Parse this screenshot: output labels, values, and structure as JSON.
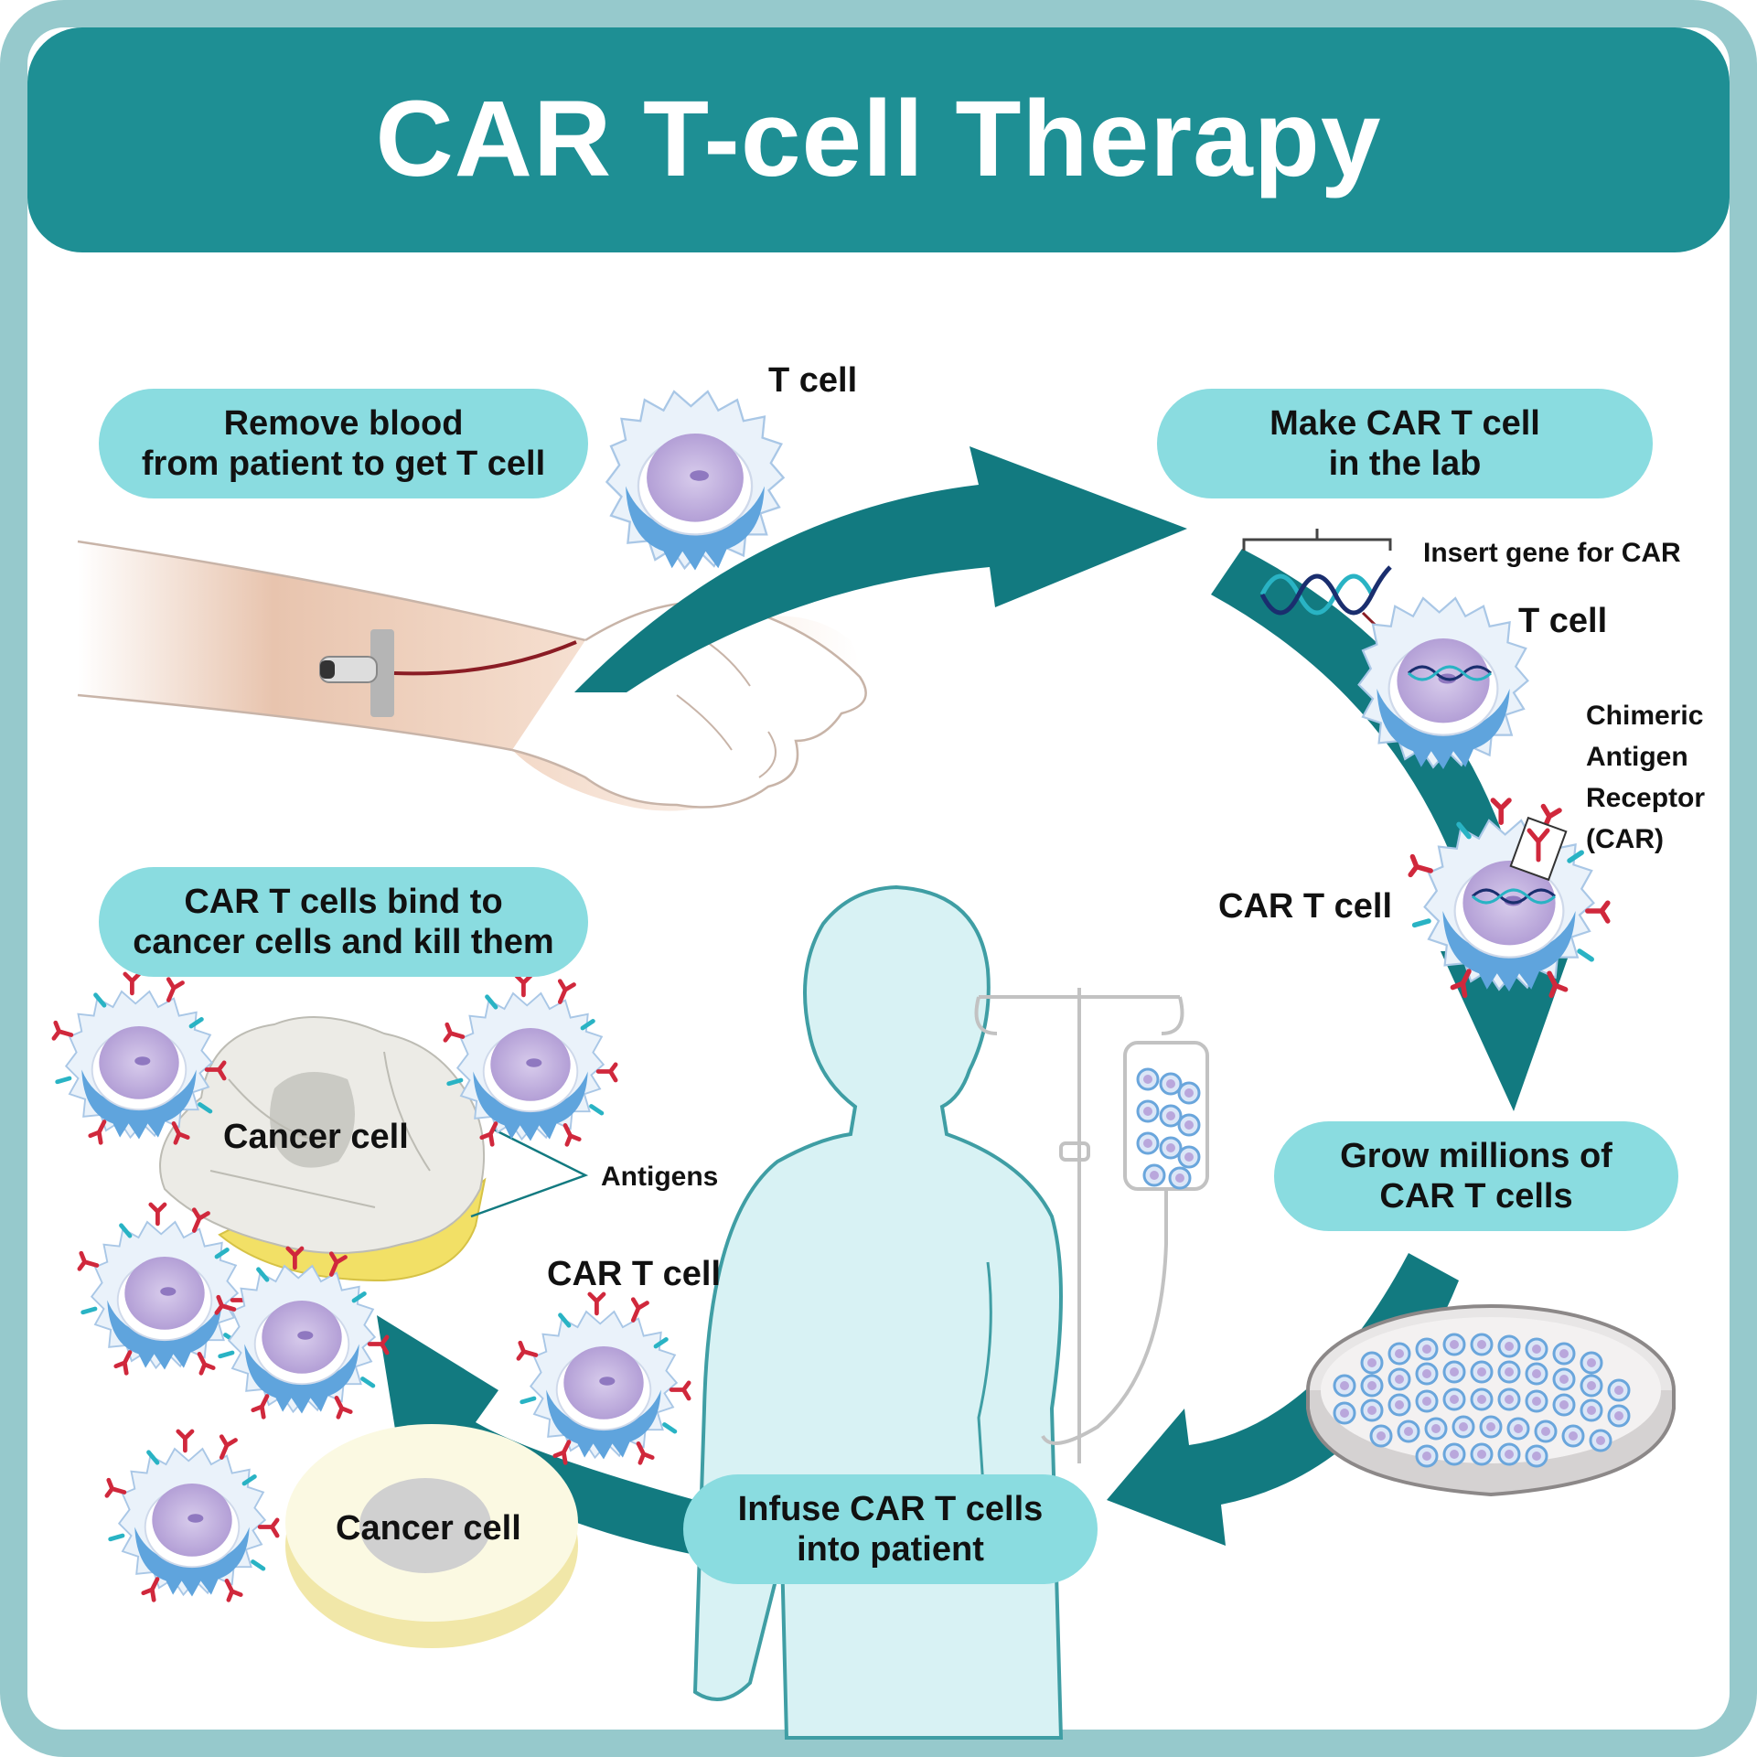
{
  "title": "CAR T-cell Therapy",
  "steps": {
    "remove_blood": "Remove blood\nfrom patient to get T cell",
    "make_car": "Make CAR T cell\nin the lab",
    "grow": "Grow millions of\nCAR T cells",
    "infuse": "Infuse CAR T cells\ninto patient",
    "bind_kill": "CAR T cells bind to\ncancer cells and kill them"
  },
  "labels": {
    "t_cell_top": "T cell",
    "insert_gene": "Insert gene for CAR",
    "t_cell_lab": "T cell",
    "car_receptor": "Chimeric\nAntigen\nReceptor\n(CAR)",
    "car_t_cell_lab": "CAR T cell",
    "car_t_cell_infuse": "CAR T cell",
    "cancer_cell_top": "Cancer cell",
    "cancer_cell_bottom": "Cancer cell",
    "antigens": "Antigens"
  },
  "colors": {
    "header": "#1e8f94",
    "frame": "#96c9cc",
    "pill": "#8adce0",
    "arrow": "#127a80",
    "cell_membrane": "#5fa4dd",
    "cell_nucleus": "#b7a6dc",
    "receptor": "#d0283c",
    "patient_body": "#d8f2f4",
    "blood": "#8a1c24"
  }
}
